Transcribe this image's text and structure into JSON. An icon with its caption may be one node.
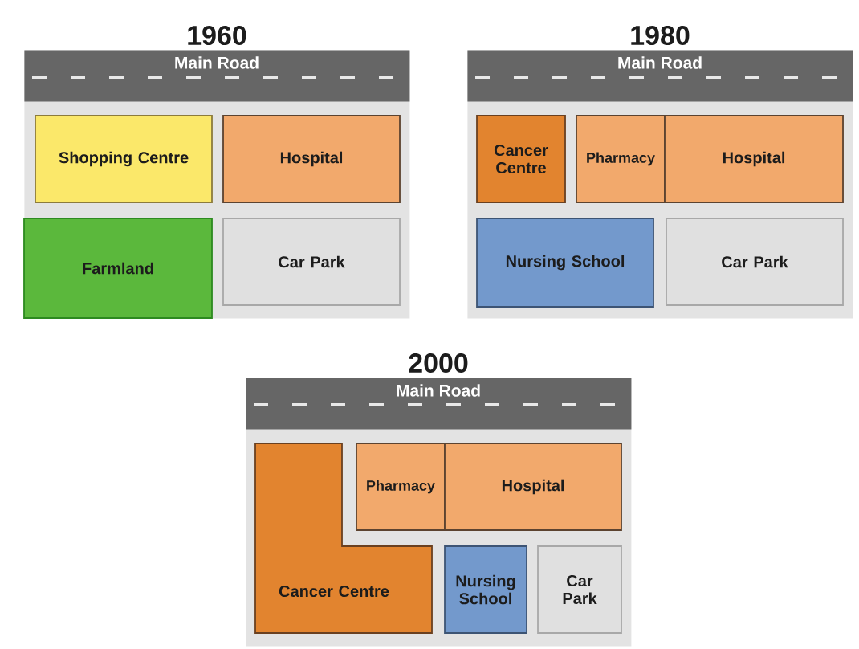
{
  "diagram": {
    "nodes": [
      {
        "text": [
          "1960"
        ]
      },
      {
        "text": [
          "Main Road"
        ],
        "in": 0
      },
      {
        "text": [
          "Shopping Centre"
        ],
        "in": 0
      },
      {
        "text": [
          "Hospital"
        ],
        "in": 0
      },
      {
        "text": [
          "Farmland"
        ],
        "in": 0
      },
      {
        "text": [
          "Car Park"
        ],
        "in": 0
      },
      {
        "text": [
          "1980"
        ]
      },
      {
        "text": [
          "Main Road"
        ],
        "in": 6
      },
      {
        "text": [
          "Cancer Centre"
        ],
        "in": 6
      },
      {
        "text": [
          "Pharmacy"
        ],
        "in": 6
      },
      {
        "text": [
          "Hospital"
        ],
        "in": 6
      },
      {
        "text": [
          "Nursing School"
        ],
        "in": 6
      },
      {
        "text": [
          "Car Park"
        ],
        "in": 6
      },
      {
        "text": [
          "2000"
        ]
      },
      {
        "text": [
          "Main Road"
        ],
        "in": 13
      },
      {
        "text": [
          "Cancer Centre"
        ],
        "in": 13
      },
      {
        "text": [
          "Pharmacy"
        ],
        "in": 13
      },
      {
        "text": [
          "Hospital"
        ],
        "in": 13
      },
      {
        "text": [
          "Nursing School"
        ],
        "in": 13
      },
      {
        "text": [
          "Car Park"
        ],
        "in": 13
      }
    ]
  }
}
